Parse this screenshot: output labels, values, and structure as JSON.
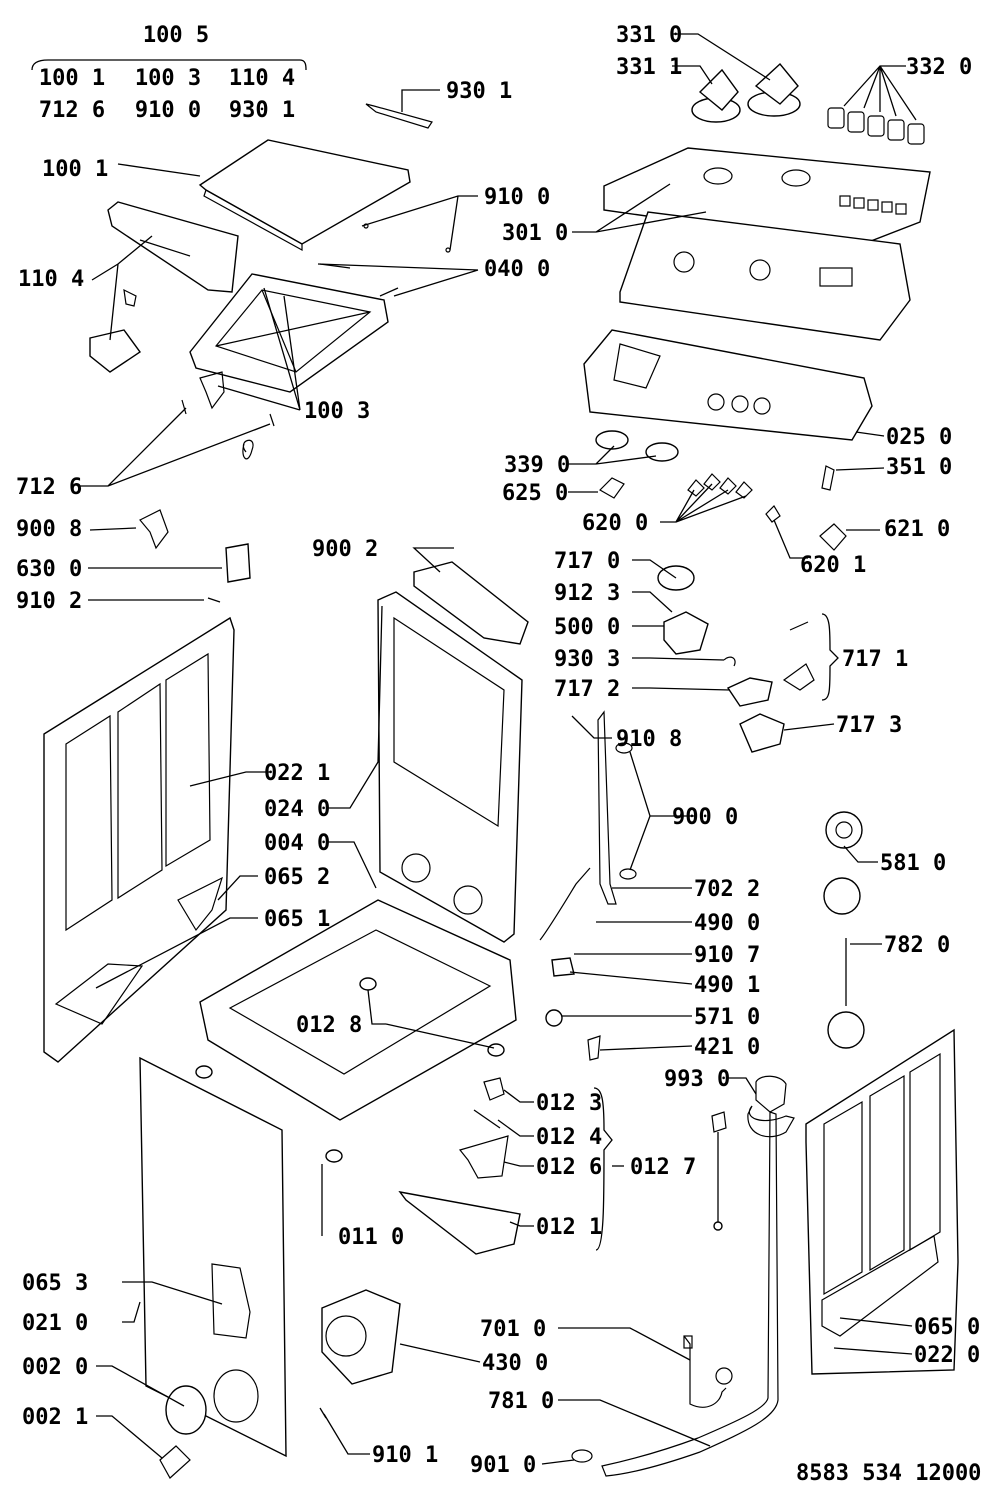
{
  "title_group": {
    "heading": "100 5",
    "row1": [
      "100 1",
      "100 3",
      "110 4"
    ],
    "row2": [
      "712 6",
      "910 0",
      "930 1"
    ]
  },
  "callouts": [
    "930 1",
    "100 1",
    "910 0",
    "040 0",
    "110 4",
    "100 3",
    "712 6",
    "900 8",
    "630 0",
    "910 2",
    "331 0",
    "331 1",
    "332 0",
    "301 0",
    "025 0",
    "339 0",
    "351 0",
    "625 0",
    "620 0",
    "621 0",
    "620 1",
    "717 0",
    "912 3",
    "500 0",
    "930 3",
    "717 2",
    "717 1",
    "717 3",
    "910 8",
    "900 0",
    "581 0",
    "702 2",
    "490 0",
    "910 7",
    "490 1",
    "782 0",
    "571 0",
    "421 0",
    "993 0",
    "012 3",
    "012 4",
    "012 6",
    "012 7",
    "012 1",
    "900 2",
    "022 1",
    "024 0",
    "004 0",
    "065 2",
    "065 1",
    "012 8",
    "011 0",
    "065 3",
    "021 0",
    "430 0",
    "002 0",
    "002 1",
    "910 1",
    "701 0",
    "781 0",
    "901 0",
    "065 0",
    "022 0"
  ],
  "document_code": "8583 534 12000"
}
